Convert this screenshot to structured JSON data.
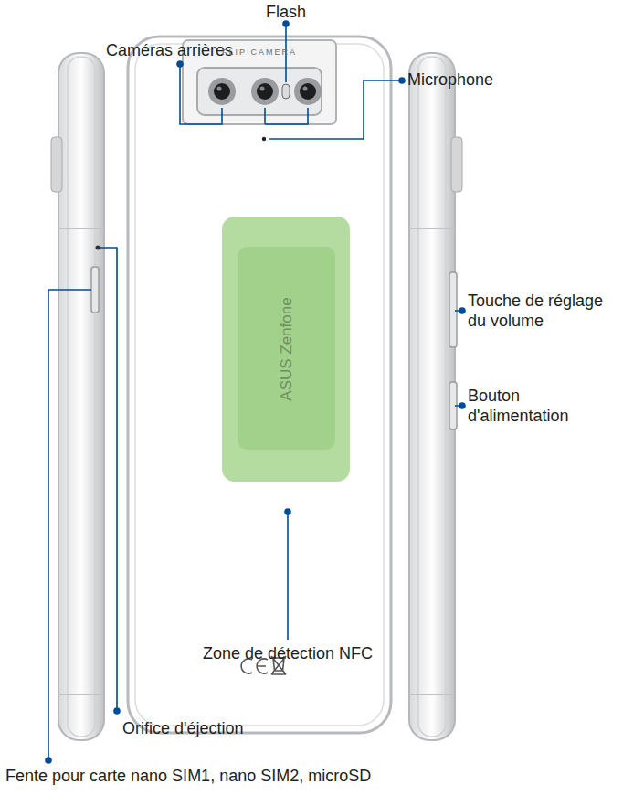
{
  "diagram": {
    "labels": [
      "Flash",
      "Caméras arrières",
      "Microphone",
      "FLIP CAMERA",
      "ASUS Zenfone",
      "Touche de réglage du volume",
      "Bouton d'alimentation",
      "Zone de détection NFC",
      "Orifice d'éjection",
      "Fente pour carte nano SIM1, nano SIM2, microSD"
    ]
  }
}
